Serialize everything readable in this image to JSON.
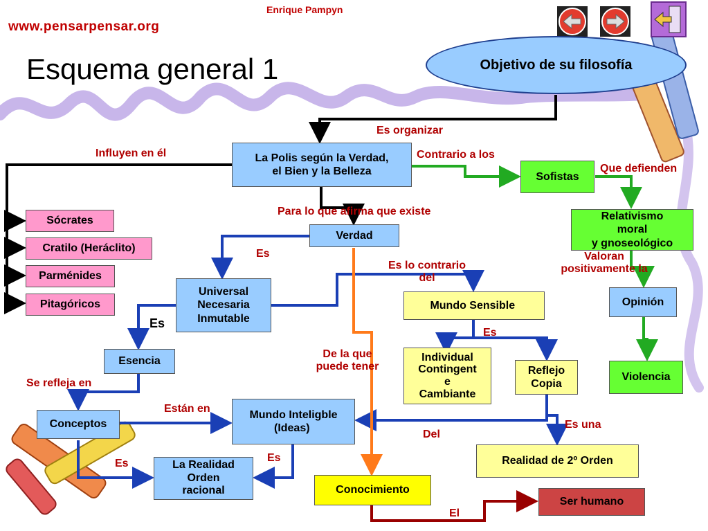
{
  "header": {
    "site": "www.pensarpensar.org",
    "author": "Enrique Pampyn",
    "title": "Esquema general 1",
    "nav_icons": [
      "back-icon",
      "forward-icon",
      "exit-icon"
    ]
  },
  "nodes": {
    "objetivo": "Objetivo de su filosofía",
    "polis_1": "La Polis según la Verdad,",
    "polis_2": "el Bien y la Belleza",
    "sofistas": "Sofistas",
    "relativismo_1": "Relativismo",
    "relativismo_2": "moral",
    "relativismo_3": "y gnoseológico",
    "socrates": "Sócrates",
    "cratilo": "Cratilo (Heráclito)",
    "parmenides": "Parménides",
    "pitagoricos": "Pitagóricos",
    "verdad": "Verdad",
    "universal_1": "Universal",
    "universal_2": "Necesaria",
    "universal_3": "Inmutable",
    "mundo_sensible": "Mundo Sensible",
    "opinion": "Opinión",
    "individual_1": "Individual",
    "individual_2": "Contingent",
    "individual_3": "e",
    "individual_4": "Cambiante",
    "reflejo_1": "Reflejo",
    "reflejo_2": "Copia",
    "violencia": "Violencia",
    "esencia": "Esencia",
    "conceptos": "Conceptos",
    "mundo_inteligible_1": "Mundo Inteligble",
    "mundo_inteligible_2": "(Ideas)",
    "realidad_2": "Realidad de 2º Orden",
    "realidad_orden_1": "La Realidad",
    "realidad_orden_2": "Orden",
    "realidad_orden_3": "racional",
    "conocimiento": "Conocimiento",
    "ser_humano": "Ser humano",
    "link_glyph": ""
  },
  "labels": {
    "es_organizar": "Es organizar",
    "influyen": "Influyen en él",
    "contrario": "Contrario a los",
    "que_defienden": "Que defienden",
    "para_lo_que": "Para lo que afirma que existe",
    "valoran_1": "Valoran",
    "valoran_2": "positivamente la",
    "es_1": "Es",
    "es_lo_contrario_1": "Es lo contrario",
    "es_lo_contrario_2": "del",
    "es_2": "Es",
    "es_3": "Es",
    "de_la_que_1": "De la que",
    "de_la_que_2": "puede tener",
    "se_refleja": "Se refleja en",
    "estan_en": "Están en",
    "es_una": "Es una",
    "del": "Del",
    "es_4": "Es",
    "es_5": "Es",
    "el": "El"
  },
  "colors": {
    "blue_box": "#99ccff",
    "pink_box": "#ff99cc",
    "green_box": "#66ff33",
    "yellow_box": "#ffff99",
    "bright_yellow_box": "#ffff00",
    "red_box": "#cc4444",
    "blue_arrow": "#1a3fb5",
    "green_arrow": "#22aa22",
    "black_arrow": "#000000",
    "orange_arrow": "#ff7a1a",
    "darkred_arrow": "#990000",
    "label_red": "#b00000"
  }
}
